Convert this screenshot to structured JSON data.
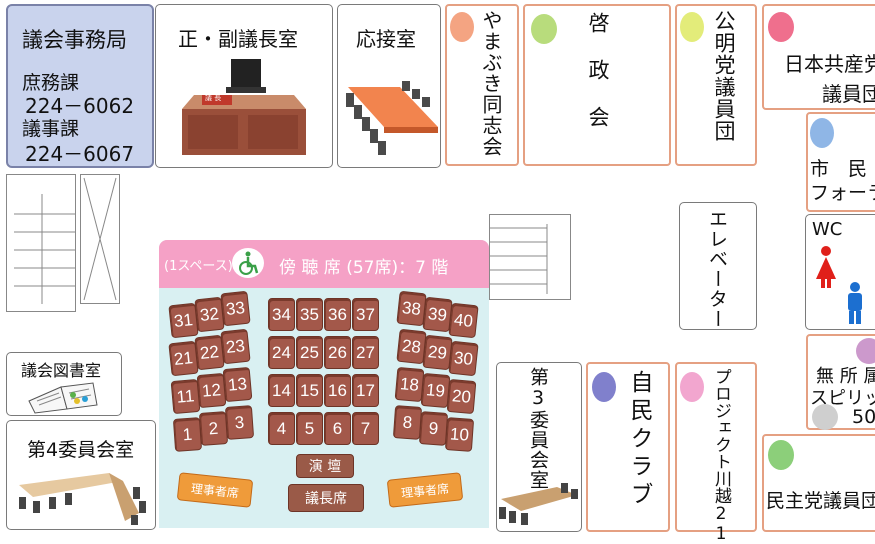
{
  "rooms": {
    "secretariat": {
      "title": "議会事務局",
      "dept1": "庶務課",
      "phone1": "224－6062",
      "dept2": "議事課",
      "phone2": "224－6067"
    },
    "chairman": "正・副議長室",
    "chairman_nameplate": "議 長",
    "reception": "応接室",
    "yamabuki": "やまぶき同志会",
    "keisei": "啓政会",
    "komei": "公明党議員団",
    "jcp": {
      "line1": "日本共産党",
      "line2": "議員団"
    },
    "shimin": {
      "line1": "市　民",
      "line2": "フォーラム"
    },
    "elevator": "エレベーター",
    "wc": "WC",
    "mushozoku": {
      "line1": "無 所 属",
      "line2": "スピリット",
      "line3": "50"
    },
    "library": "議会図書室",
    "committee4": "第4委員会室",
    "committee3": "第3委員会室",
    "jimin": "自民クラブ",
    "project": "プロジェクト川越21",
    "minshu": "民主党議員団"
  },
  "gallery": {
    "space": "(1スペース)",
    "title": "傍 聴 席 (57席)：7 階"
  },
  "seats": {
    "left": [
      [
        "31",
        "32",
        "33"
      ],
      [
        "21",
        "22",
        "23"
      ],
      [
        "11",
        "12",
        "13"
      ],
      [
        "1",
        "2",
        "3"
      ]
    ],
    "center": [
      [
        "34",
        "35",
        "36",
        "37"
      ],
      [
        "24",
        "25",
        "26",
        "27"
      ],
      [
        "14",
        "15",
        "16",
        "17"
      ],
      [
        "4",
        "5",
        "6",
        "7"
      ]
    ],
    "right": [
      [
        "38",
        "39",
        "40"
      ],
      [
        "28",
        "29",
        "30"
      ],
      [
        "18",
        "19",
        "20"
      ],
      [
        "8",
        "9",
        "10"
      ]
    ]
  },
  "signs": {
    "left": "理事者席",
    "podium": "演 壇",
    "chair": "議長席",
    "right": "理事者席"
  },
  "colors": {
    "yamabuki": "#f4a482",
    "keisei": "#b8dc7c",
    "komei": "#e3ec7a",
    "jcp": "#ef6f8d",
    "shimin": "#8fb6e6",
    "mushozoku_a": "#cc99cc",
    "mushozoku_b": "#cfcfcf",
    "minshu": "#8ccf7a",
    "jimin": "#8080cc",
    "project": "#f2a6cf",
    "wc_female": "#e0201a",
    "wc_male": "#1c6fd0",
    "gallery_header": "#f5a1c6",
    "gallery_bg": "#d9f0f2"
  },
  "icons": [
    "wheelchair-icon",
    "female-icon",
    "male-icon",
    "book-icon"
  ]
}
